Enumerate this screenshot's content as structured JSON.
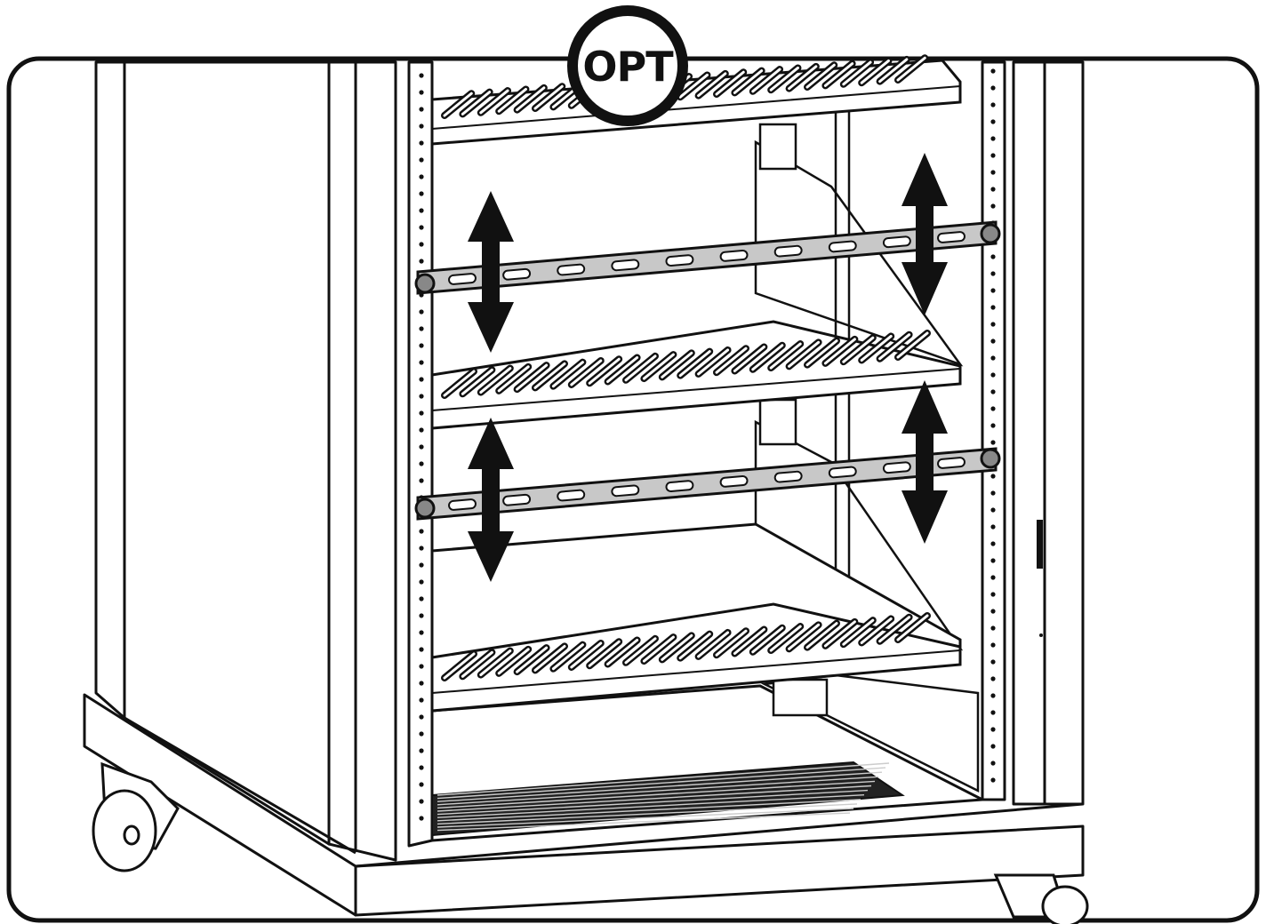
{
  "badge": {
    "label": "OPT"
  },
  "colors": {
    "line": "#111111",
    "fill": "#ffffff",
    "bar": "#c8c8c8"
  },
  "icons": {
    "badge": "opt-circle-badge",
    "arrow": "double-headed-vertical-arrow"
  }
}
